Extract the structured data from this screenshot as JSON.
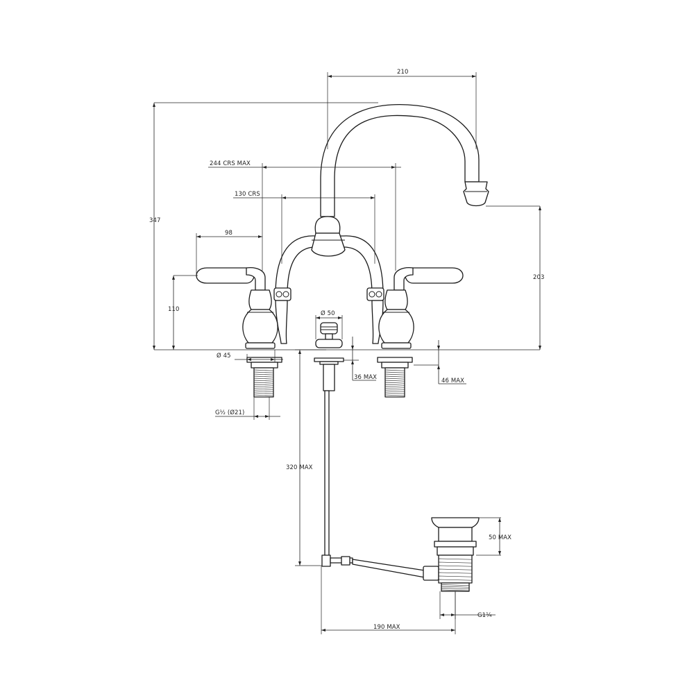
{
  "colors": {
    "line": "#1a1a1a",
    "background": "#ffffff"
  },
  "dimensions": {
    "spout_reach": "210",
    "overall_height": "347",
    "handle_centres_max": "244 CRS MAX",
    "pillar_centres": "130 CRS",
    "handle_offset": "98",
    "handle_height": "110",
    "spout_outlet_height": "203",
    "pop_up_knob_diameter": "Ø 50",
    "pillar_base_diameter": "Ø 45",
    "pop_up_deck_max": "36 MAX",
    "deck_thickness_max": "46 MAX",
    "tail_thread": "G½ (Ø21)",
    "pop_up_rod_length": "320 MAX",
    "waste_flange_height": "50 MAX",
    "waste_thread": "G1¼",
    "waste_offset": "190 MAX"
  }
}
